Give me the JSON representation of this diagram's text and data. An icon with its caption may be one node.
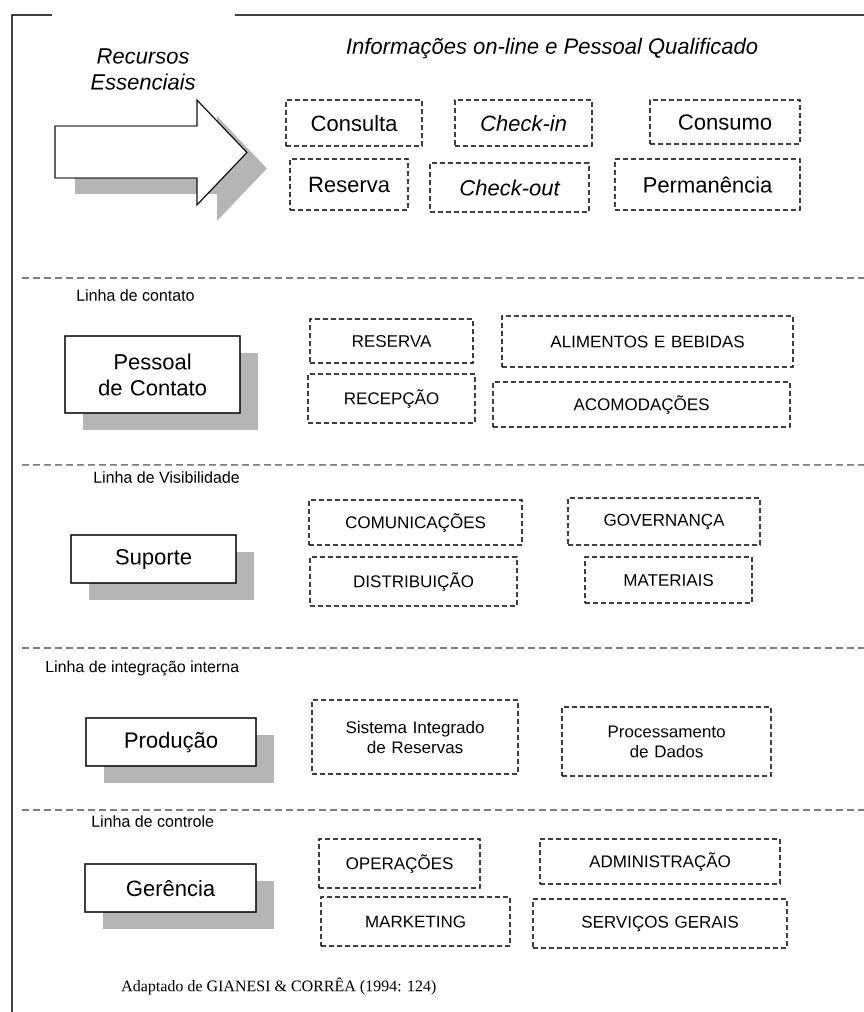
{
  "diagram": {
    "caption": "Adaptado de GIANESI & CORRÊA (1994: 124)",
    "nodes": [
      {
        "text": [],
        "shape": "arrow"
      },
      {
        "text": [
          "Consulta"
        ]
      },
      {
        "text": [
          "Check-in"
        ]
      },
      {
        "text": [
          "Consumo"
        ]
      },
      {
        "text": [
          "Reserva"
        ]
      },
      {
        "text": [
          "Check-out"
        ]
      },
      {
        "text": [
          "Permanência"
        ]
      },
      {
        "text": [
          "Pessoal de Contato"
        ]
      },
      {
        "text": [
          "RESERVA"
        ]
      },
      {
        "text": [
          "ALIMENTOS E BEBIDAS"
        ]
      },
      {
        "text": [
          "RECEPÇÃO"
        ]
      },
      {
        "text": [
          "ACOMODAÇÕES"
        ]
      },
      {
        "text": [
          "Suporte"
        ]
      },
      {
        "text": [
          "COMUNICAÇÕES"
        ]
      },
      {
        "text": [
          "GOVERNANÇA"
        ]
      },
      {
        "text": [
          "DISTRIBUIÇÃO"
        ]
      },
      {
        "text": [
          "MATERIAIS"
        ]
      },
      {
        "text": [
          "Produção"
        ]
      },
      {
        "text": [
          "Sistema Integrado de Reservas"
        ]
      },
      {
        "text": [
          "Processamento de Dados"
        ]
      },
      {
        "text": [
          "Gerência"
        ]
      },
      {
        "text": [
          "OPERAÇÕES"
        ]
      },
      {
        "text": [
          "ADMINISTRAÇÃO"
        ]
      },
      {
        "text": [
          "MARKETING"
        ]
      },
      {
        "text": [
          "SERVIÇOS GERAIS"
        ]
      }
    ],
    "labels": [
      "Recursos Essenciais",
      "Informações on-line e Pessoal Qualificado",
      "Linha de contato",
      "Linha de Visibilidade",
      "Linha de integração interna",
      "Linha de controle"
    ]
  }
}
